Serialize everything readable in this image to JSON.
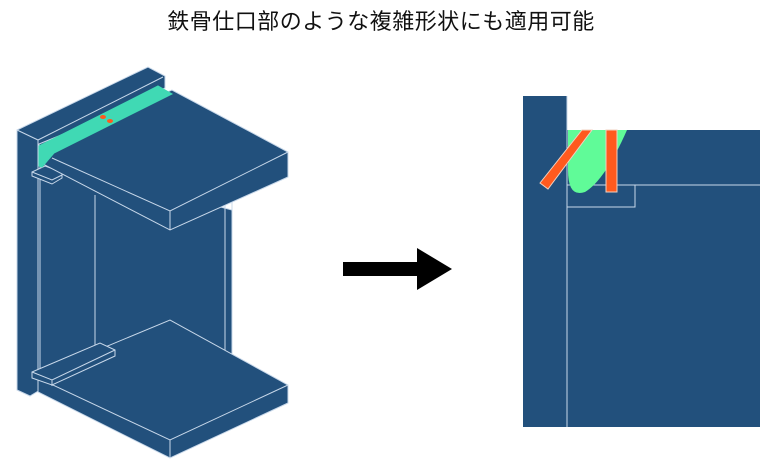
{
  "title": "鉄骨仕口部のような複雑形状にも適用可能",
  "colors": {
    "steel": "#22507c",
    "edge": "#c8d8ea",
    "weld_teal": "#40d9b4",
    "weld_green": "#60fb98",
    "marker_orange": "#ff5a1e",
    "arrow": "#000000"
  },
  "figures": {
    "left": "isometric-steel-joint",
    "arrow": "arrow-right-icon",
    "right": "cross-section-detail"
  }
}
